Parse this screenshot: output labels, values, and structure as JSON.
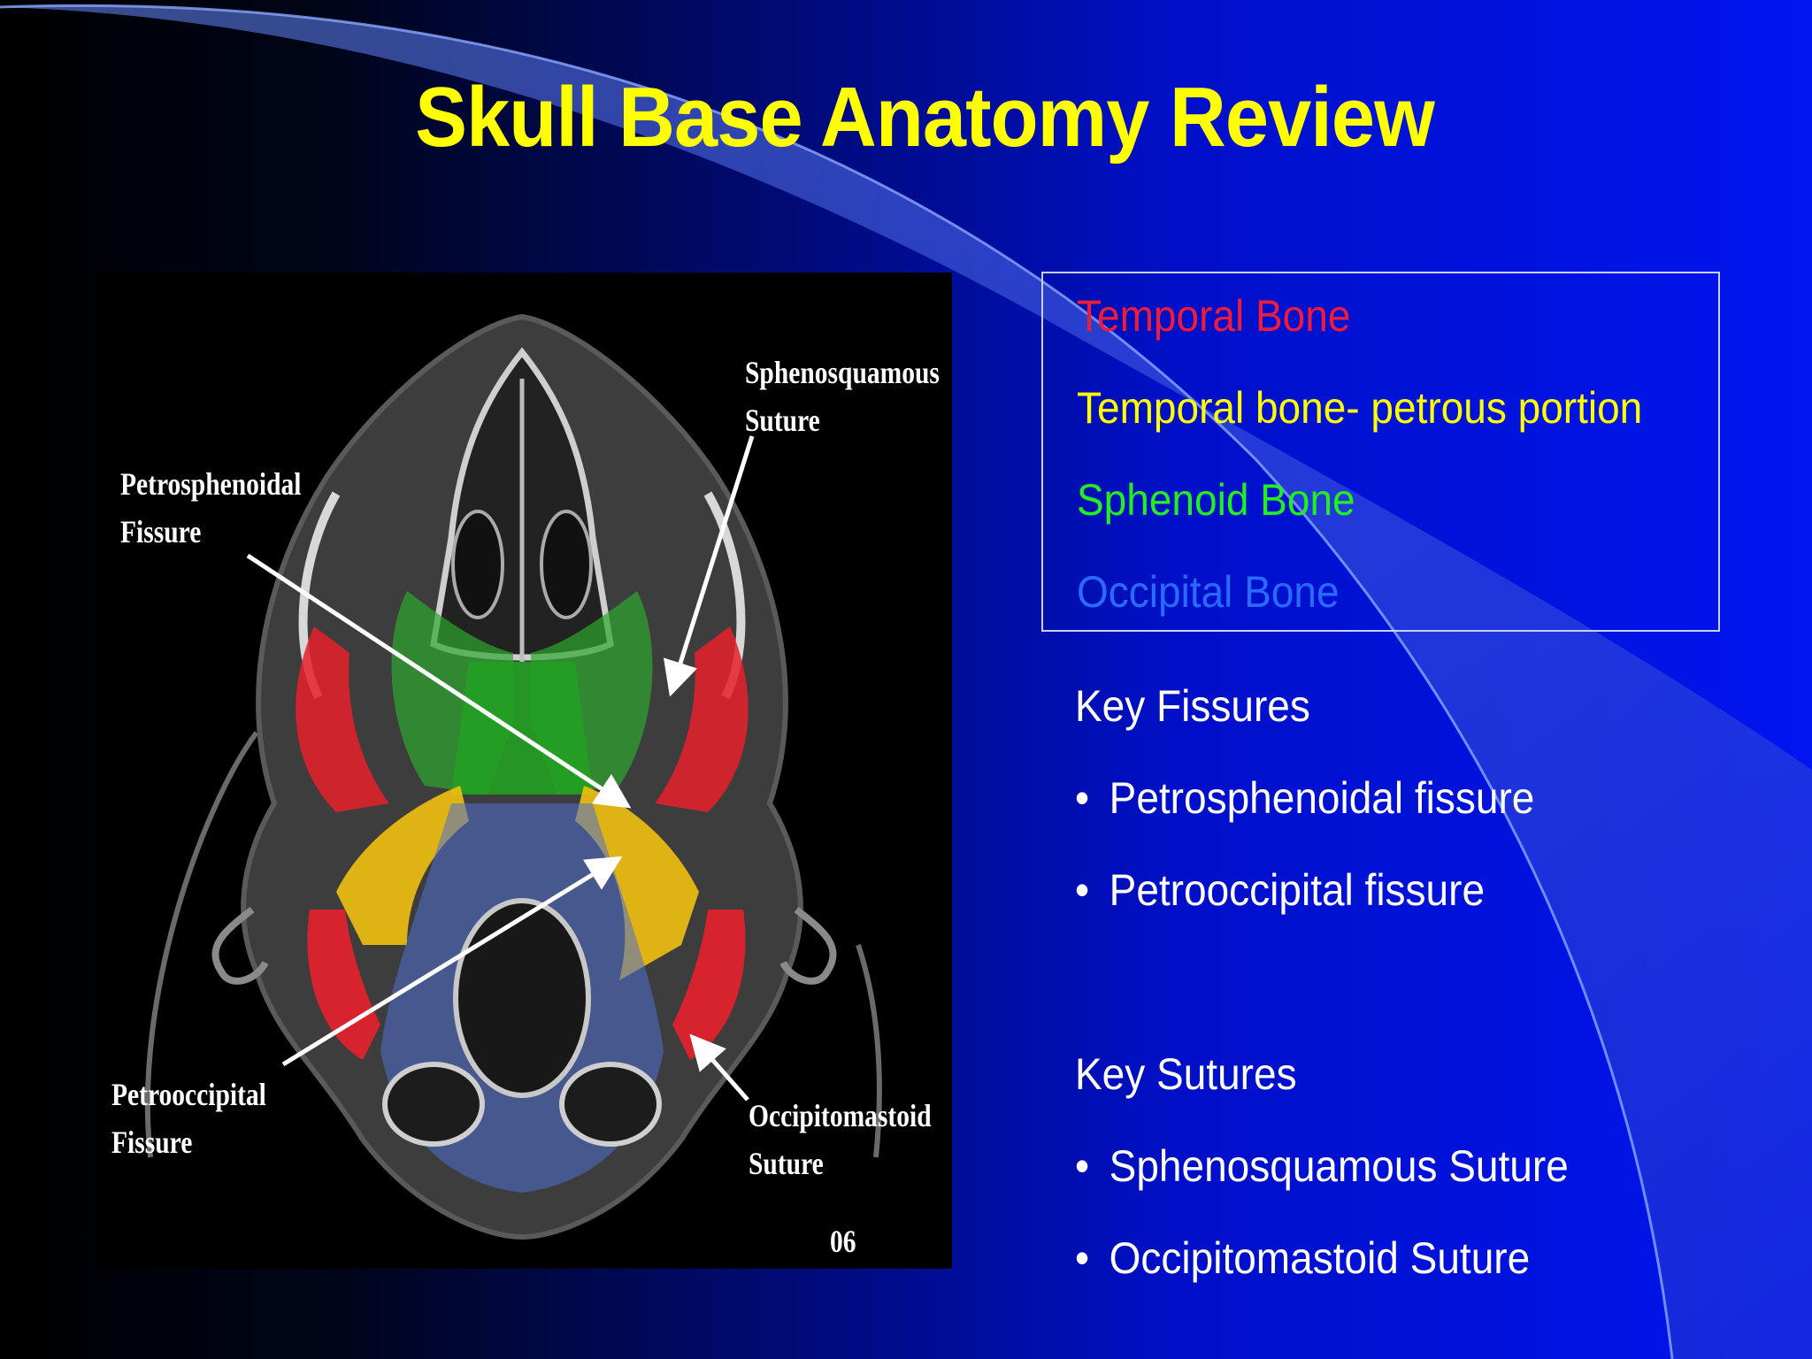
{
  "slide": {
    "title": "Skull Base Anatomy Review"
  },
  "figure": {
    "labels": {
      "petrosphenoidal_line1": "Petrosphenoidal",
      "petrosphenoidal_line2": "Fissure",
      "sphenosquamous_line1": "Sphenosquamous",
      "sphenosquamous_line2": "Suture",
      "petrooccipital_line1": "Petrooccipital",
      "petrooccipital_line2": "Fissure",
      "occipitomastoid_line1": "Occipitomastoid",
      "occipitomastoid_line2": "Suture",
      "image_number": "06"
    },
    "colors": {
      "temporal": "#e8202c",
      "petrous": "#f2c010",
      "sphenoid": "#2ea82e",
      "occipital": "#4f6fd0"
    }
  },
  "legend": {
    "items": [
      {
        "label": "Temporal Bone",
        "color": "#ee1c3a"
      },
      {
        "label": "Temporal bone- petrous portion",
        "color": "#ffff00"
      },
      {
        "label": "Sphenoid Bone",
        "color": "#22ee22"
      },
      {
        "label": "Occipital Bone",
        "color": "#2a6aff"
      }
    ]
  },
  "fissures": {
    "heading": "Key Fissures",
    "items": [
      "Petrosphenoidal fissure",
      "Petrooccipital fissure"
    ]
  },
  "sutures": {
    "heading": "Key Sutures",
    "items": [
      "Sphenosquamous Suture",
      "Occipitomastoid Suture"
    ]
  },
  "bullet_glyph": "•"
}
